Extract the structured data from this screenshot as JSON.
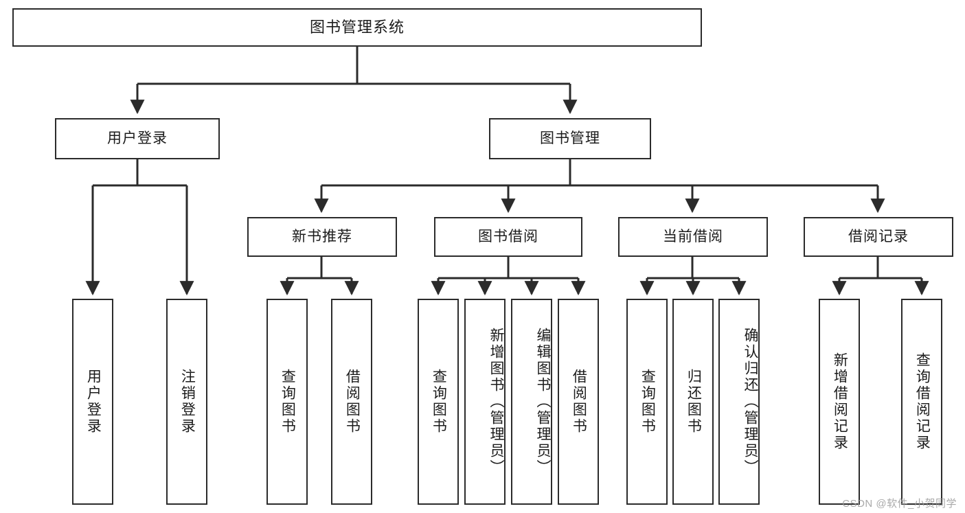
{
  "diagram": {
    "title": "图书管理系统",
    "watermark": "CSDN @软件_小贺同学",
    "stroke_color": "#2b2b2b",
    "fill_color": "#ffffff",
    "text_color": "#1b1b1b",
    "watermark_color": "#9a9a9a",
    "type": "tree-hierarchy",
    "levels": 4
  },
  "nodes": {
    "root": {
      "label": "图书管理系统"
    },
    "level2": [
      {
        "id": "user-login",
        "label": "用户登录"
      },
      {
        "id": "book-manage",
        "label": "图书管理"
      }
    ],
    "level3": [
      {
        "id": "new-book-rec",
        "label": "新书推荐"
      },
      {
        "id": "book-borrow",
        "label": "图书借阅"
      },
      {
        "id": "current-borrow",
        "label": "当前借阅"
      },
      {
        "id": "borrow-record",
        "label": "借阅记录"
      }
    ],
    "leaves": {
      "user_login": [
        {
          "id": "leaf-user-login",
          "label": "用户登录"
        },
        {
          "id": "leaf-logout-login",
          "label": "注销登录"
        }
      ],
      "new_book_rec": [
        {
          "id": "leaf-query-book-1",
          "label": "查询图书"
        },
        {
          "id": "leaf-borrow-book-1",
          "label": "借阅图书"
        }
      ],
      "book_borrow": [
        {
          "id": "leaf-query-book-2",
          "label": "查询图书"
        },
        {
          "id": "leaf-add-book",
          "label": "新增图书（管理员）"
        },
        {
          "id": "leaf-edit-book",
          "label": "编辑图书（管理员）"
        },
        {
          "id": "leaf-borrow-book-2",
          "label": "借阅图书"
        }
      ],
      "current_borrow": [
        {
          "id": "leaf-query-book-3",
          "label": "查询图书"
        },
        {
          "id": "leaf-return-book",
          "label": "归还图书"
        },
        {
          "id": "leaf-confirm-return",
          "label": "确认归还（管理员）"
        }
      ],
      "borrow_record": [
        {
          "id": "leaf-add-record",
          "label": "新增借阅记录"
        },
        {
          "id": "leaf-query-record",
          "label": "查询借阅记录"
        }
      ]
    }
  }
}
